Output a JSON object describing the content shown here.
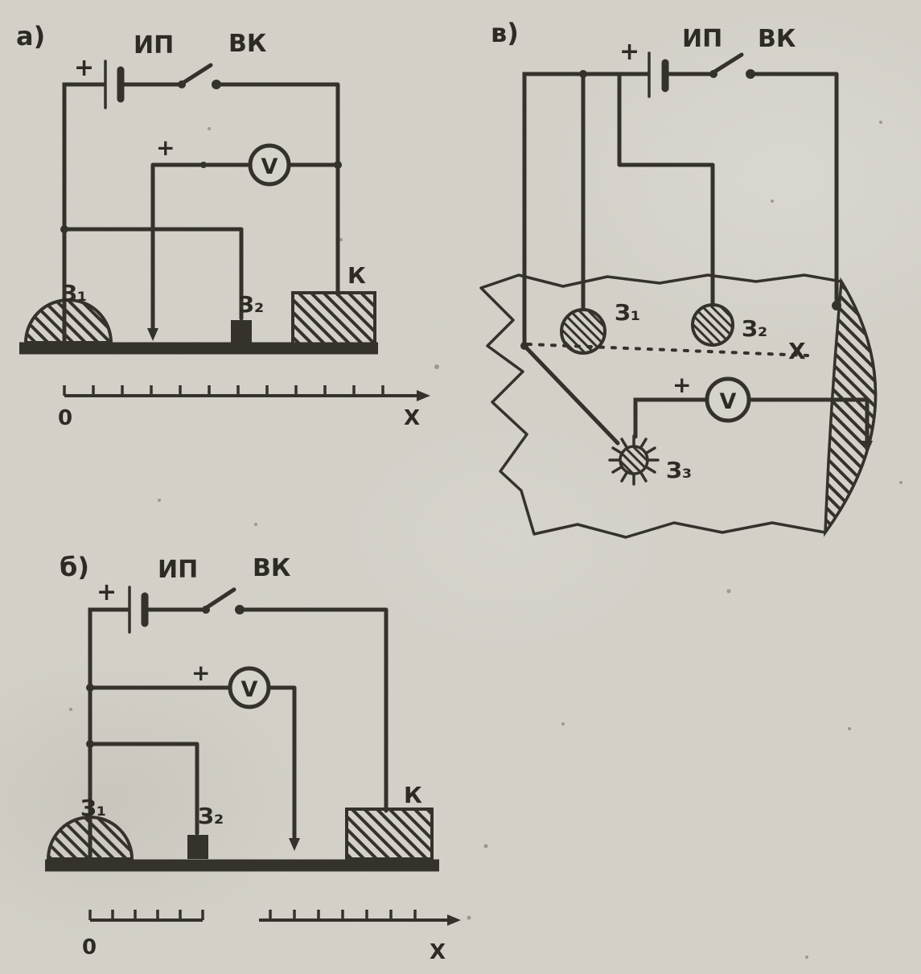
{
  "palette": {
    "paper": "#d6d3cb",
    "ink": "#35322c"
  },
  "diagrams": {
    "a": {
      "panel_label": "а)",
      "plus_battery": "+",
      "power_source_label": "ИП",
      "switch_label": "ВК",
      "plus_voltmeter": "+",
      "voltmeter_label": "V",
      "electrode_1": "З₁",
      "electrode_2": "З₂",
      "electrode_k": "К",
      "axis_zero": "0",
      "axis_x": "X"
    },
    "b": {
      "panel_label": "б)",
      "plus_battery": "+",
      "power_source_label": "ИП",
      "switch_label": "ВК",
      "plus_voltmeter": "+",
      "voltmeter_label": "V",
      "electrode_1": "З₁",
      "electrode_2": "З₂",
      "electrode_k": "К",
      "axis_zero": "0",
      "axis_x": "X"
    },
    "v": {
      "panel_label": "в)",
      "plus_battery": "+",
      "power_source_label": "ИП",
      "switch_label": "ВК",
      "plus_voltmeter": "+",
      "voltmeter_label": "V",
      "electrode_1": "З₁",
      "electrode_2": "З₂",
      "electrode_3": "З₃",
      "axis_x": "X"
    }
  }
}
